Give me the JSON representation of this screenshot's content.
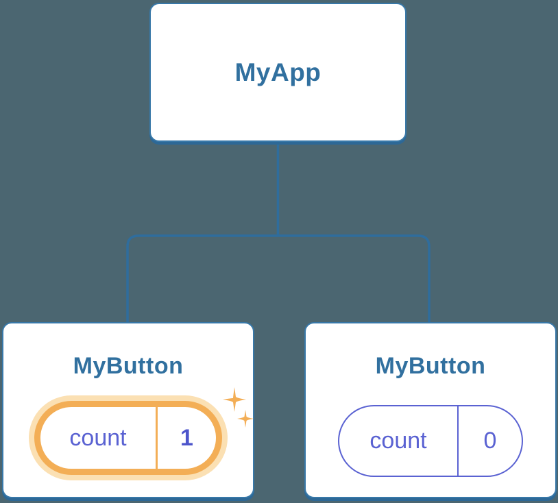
{
  "colors": {
    "bg": "#4b6671",
    "connector": "#2f6d9d",
    "card-border": "#3878a8",
    "card-shadow": "#2d6896",
    "card-bg": "#ffffff",
    "component-label": "#31709f",
    "state-text": "#5a62d2",
    "state-value-active": "#4d55cb",
    "highlight": "#f3ae56",
    "highlight-glow": "#fbe0b3"
  },
  "tree": {
    "root": {
      "label": "MyApp"
    },
    "children": [
      {
        "label": "MyButton",
        "state": {
          "key": "count",
          "value": "1"
        },
        "highlighted": true,
        "icon": "sparkles-icon"
      },
      {
        "label": "MyButton",
        "state": {
          "key": "count",
          "value": "0"
        },
        "highlighted": false
      }
    ]
  }
}
